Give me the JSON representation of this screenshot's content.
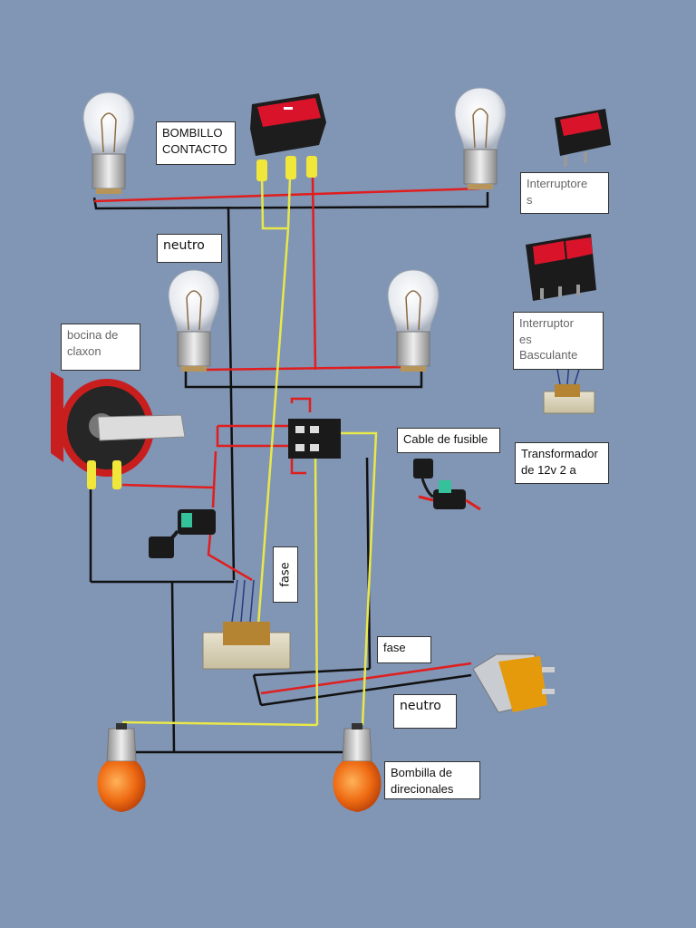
{
  "labels": {
    "bombillo_contacto": "BOMBILLO\nCONTACTO",
    "interruptores": "Interruptore\ns",
    "neutro_top": "neutro",
    "bocina": "bocina de\nclaxon",
    "interruptores_basculante": "Interruptor\nes\nBasculante",
    "cable_fusible": "Cable de fusible",
    "transformador": "Transformador\nde 12v 2 a",
    "fase_vertical": "fase",
    "fase": "fase",
    "neutro_bottom": "neutro",
    "bombilla_direcionales": "Bombilla de\ndirecionales"
  },
  "colors": {
    "background": "#8195b5",
    "phase_wire": "#e8e84a",
    "live_wire": "#e01e1e",
    "neutral_wire": "#111111",
    "switch_red": "#d9142a",
    "amber_bulb": "#e85d0c"
  },
  "components": {
    "icons": [
      "bulb-icon",
      "rocker-switch-icon",
      "double-rocker-switch-icon",
      "horn-icon",
      "relay-icon",
      "fuse-holder-icon",
      "transformer-icon",
      "plug-icon",
      "amber-bulb-icon"
    ]
  }
}
